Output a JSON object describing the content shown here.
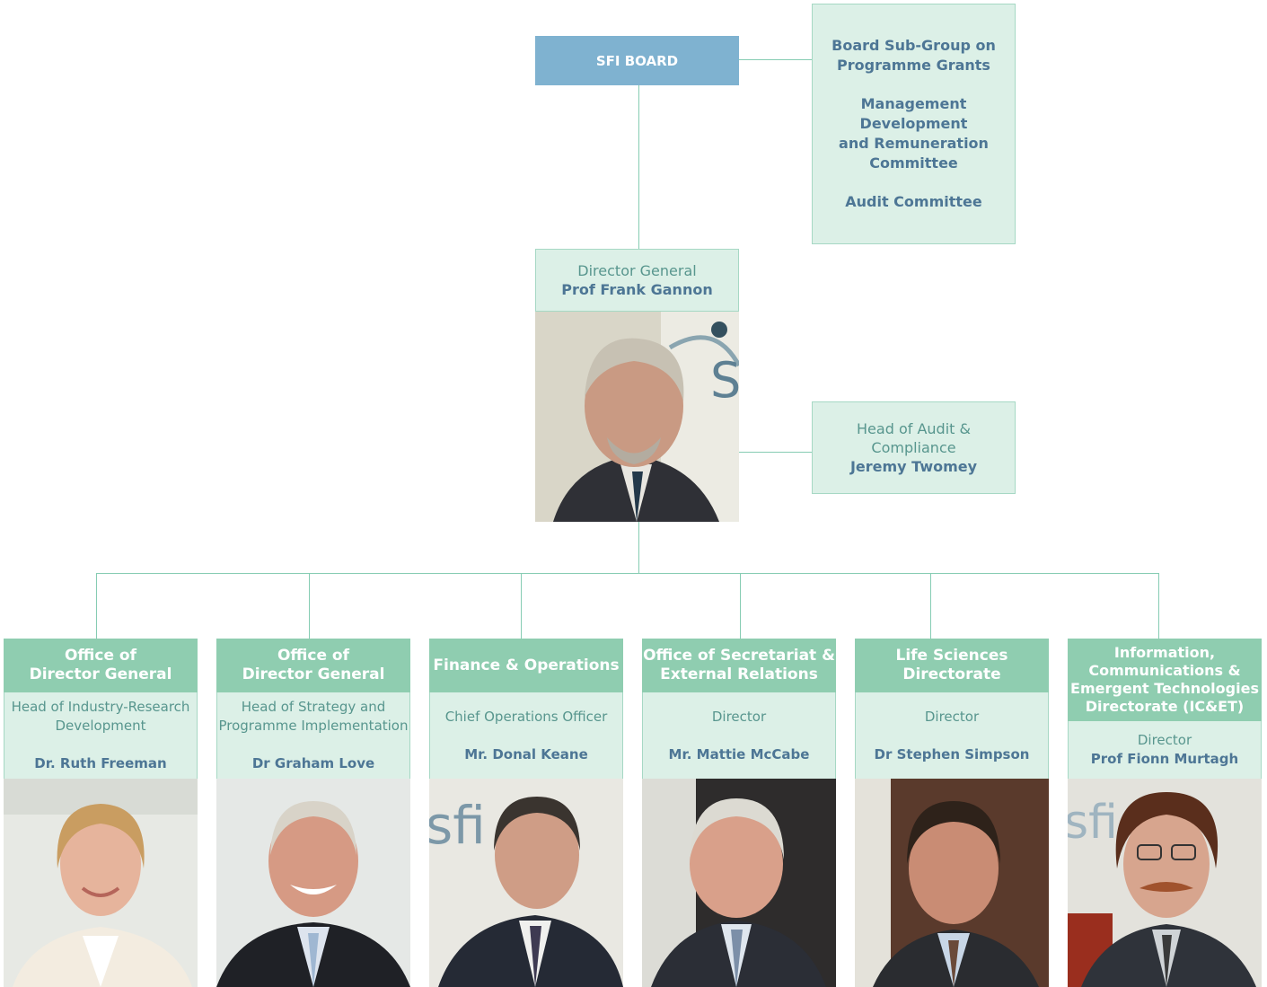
{
  "board": {
    "label": "SFI BOARD"
  },
  "committees": [
    "Board Sub-Group on\nProgramme Grants",
    "Management\nDevelopment\nand Remuneration\nCommittee",
    "Audit Committee"
  ],
  "director_general": {
    "role": "Director General",
    "name": "Prof Frank Gannon"
  },
  "audit": {
    "role": "Head of Audit & Compliance",
    "name": "Jeremy Twomey"
  },
  "departments": [
    {
      "title": "Office of\nDirector General",
      "role": "Head of Industry-Research\nDevelopment",
      "name": "Dr. Ruth Freeman"
    },
    {
      "title": "Office of\nDirector General",
      "role": "Head of Strategy and\nProgramme Implementation",
      "name": "Dr Graham Love"
    },
    {
      "title": "Finance & Operations",
      "role": "Chief Operations Officer",
      "name": "Mr. Donal Keane"
    },
    {
      "title": "Office of Secretariat &\nExternal Relations",
      "role": "Director",
      "name": "Mr. Mattie McCabe"
    },
    {
      "title": "Life Sciences\nDirectorate",
      "role": "Director",
      "name": "Dr Stephen Simpson"
    },
    {
      "title": "Information,\nCommunications &\nEmergent Technologies\nDirectorate (IC&ET)",
      "role": "Director",
      "name": "Prof Fionn Murtagh"
    }
  ],
  "colors": {
    "header": "#8fcdb0",
    "box": "#dcf0e7",
    "board": "#7fb2d0",
    "name": "#4d7695",
    "role": "#58968e",
    "connector": "#86ccb3"
  },
  "icons": [
    "portrait-photo"
  ]
}
